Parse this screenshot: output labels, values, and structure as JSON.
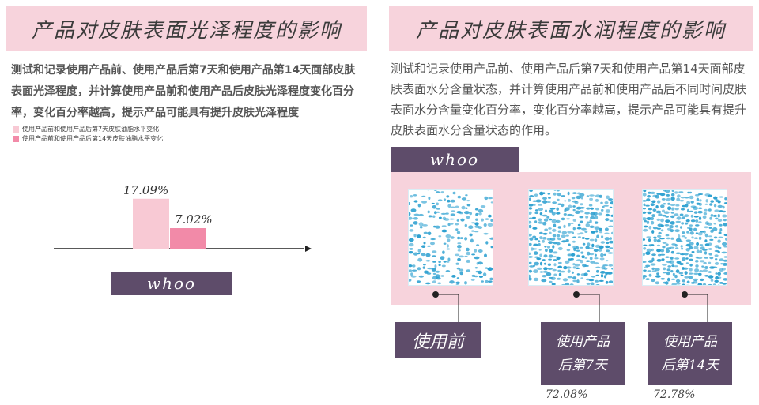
{
  "left": {
    "title": "产品对皮肤表面光泽程度的影响",
    "description": "测试和记录使用产品前、使用产品后第7天和使用产品第14天面部皮肤表面光泽程度，并计算使用产品前和使用产品后皮肤光泽程度变化百分率，变化百分率越高，提示产品可能具有提升皮肤光泽程度",
    "brand": "whoo"
  },
  "right": {
    "title": "产品对皮肤表面水润程度的影响",
    "description": "测试和记录使用产品前、使用产品后第7天和使用产品第14天面部皮肤表面水分含量状态，并计算使用产品前和使用产品后不同时间皮肤表面水分含量变化百分率，变化百分率越高，提示产品可能具有提升皮肤表面水分含量状态的作用。",
    "brand": "whoo",
    "stages": [
      {
        "label_line1": "使用前",
        "label_line2": "",
        "value": ""
      },
      {
        "label_line1": "使用产品",
        "label_line2": "后第7天",
        "value": "72.08%"
      },
      {
        "label_line1": "使用产品",
        "label_line2": "后第14天",
        "value": "72.78%"
      }
    ]
  },
  "colors": {
    "header_pink": "#f7d3dc",
    "bar_light": "#f8c9d4",
    "bar_dark": "#f28aa8",
    "brand_purple": "#5e4c6a",
    "skin_blue": "#2a9fd0"
  },
  "chart_data": {
    "type": "bar",
    "categories": [
      "使用产品前和使用产品后第7天皮肤油脂水平变化",
      "使用产品前和使用产品后第14天皮肤油脂水平变化"
    ],
    "series": [
      {
        "name": "使用产品前和使用产品后第7天皮肤油脂水平变化",
        "values": [
          17.09
        ]
      },
      {
        "name": "使用产品前和使用产品后第14天皮肤油脂水平变化",
        "values": [
          7.02
        ]
      }
    ],
    "data_labels": [
      "17.09%",
      "7.02%"
    ],
    "ylim": [
      0,
      20
    ],
    "legend": "top-left",
    "grid": false
  }
}
